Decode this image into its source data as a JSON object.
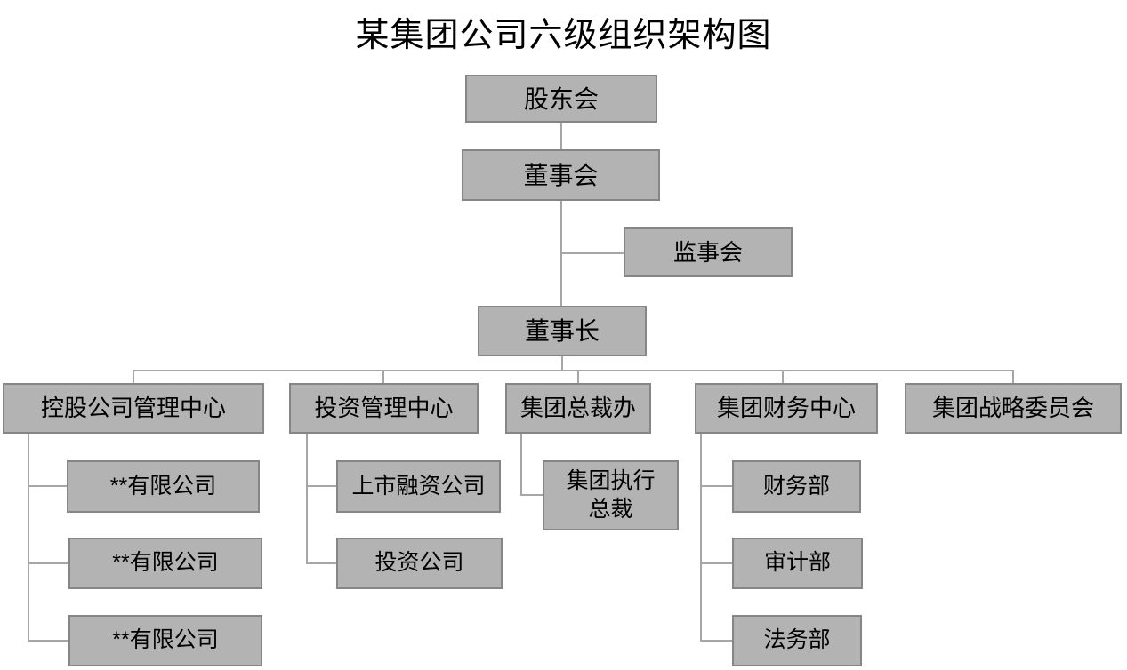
{
  "org": {
    "title": "某集团公司六级组织架构图",
    "shareholders": "股东会",
    "board_of_directors": "董事会",
    "supervisory_board": "监事会",
    "chairman": "董事长",
    "departments": [
      {
        "label": "控股公司管理中心",
        "children": [
          "**有限公司",
          "**有限公司",
          "**有限公司"
        ]
      },
      {
        "label": "投资管理中心",
        "children": [
          "上市融资公司",
          "投资公司"
        ]
      },
      {
        "label": "集团总裁办",
        "children": [
          "集团执行总裁"
        ]
      },
      {
        "label": "集团财务中心",
        "children": [
          "财务部",
          "审计部",
          "法务部"
        ]
      },
      {
        "label": "集团战略委员会",
        "children": []
      }
    ]
  },
  "colors": {
    "box_fill": "#b3b3b3",
    "box_border": "#868686",
    "connector": "#a6a6a6",
    "text": "#000000",
    "page_background": "#ffffff"
  }
}
